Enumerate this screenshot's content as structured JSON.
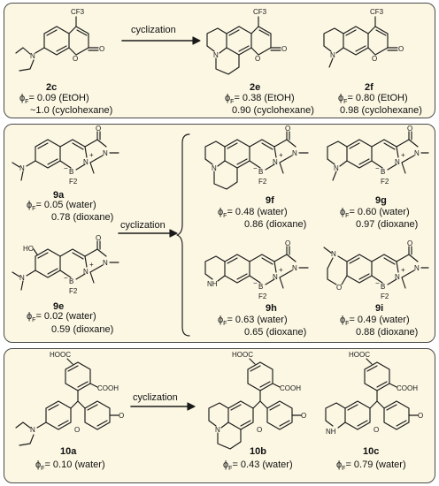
{
  "arrow_label": "cyclization",
  "subscript": "F",
  "panel1": {
    "cmpd_2c": {
      "label": "2c",
      "qy1": "= 0.09 (EtOH)",
      "qy2": "~1.0 (cyclohexane)"
    },
    "cmpd_2e": {
      "label": "2e",
      "qy1": "= 0.38 (EtOH)",
      "qy2": "0.90 (cyclohexane)"
    },
    "cmpd_2f": {
      "label": "2f",
      "qy1": "= 0.80 (EtOH)",
      "qy2": "0.98 (cyclohexane)"
    }
  },
  "panel2": {
    "cmpd_9a": {
      "label": "9a",
      "qy1": "= 0.05 (water)",
      "qy2": "0.78 (dioxane)"
    },
    "cmpd_9e": {
      "label": "9e",
      "qy1": "= 0.02 (water)",
      "qy2": "0.59 (dioxane)"
    },
    "cmpd_9f": {
      "label": "9f",
      "qy1": "= 0.48 (water)",
      "qy2": "0.86 (dioxane)"
    },
    "cmpd_9g": {
      "label": "9g",
      "qy1": "= 0.60 (water)",
      "qy2": "0.97 (dioxane)"
    },
    "cmpd_9h": {
      "label": "9h",
      "qy1": "= 0.63 (water)",
      "qy2": "0.65 (dioxane)"
    },
    "cmpd_9i": {
      "label": "9i",
      "qy1": "= 0.49 (water)",
      "qy2": "0.88 (dioxane)"
    }
  },
  "panel3": {
    "cmpd_10a": {
      "label": "10a",
      "qy1": "= 0.10 (water)"
    },
    "cmpd_10b": {
      "label": "10b",
      "qy1": "= 0.43 (water)"
    },
    "cmpd_10c": {
      "label": "10c",
      "qy1": "= 0.79 (water)"
    }
  },
  "atoms": {
    "CF3": "CF3",
    "O": "O",
    "N": "N",
    "H": "H",
    "HO": "HO",
    "B": "B",
    "F2": "F2",
    "HOOC": "HOOC",
    "COOH": "COOH",
    "plus": "+",
    "minus": "−"
  }
}
